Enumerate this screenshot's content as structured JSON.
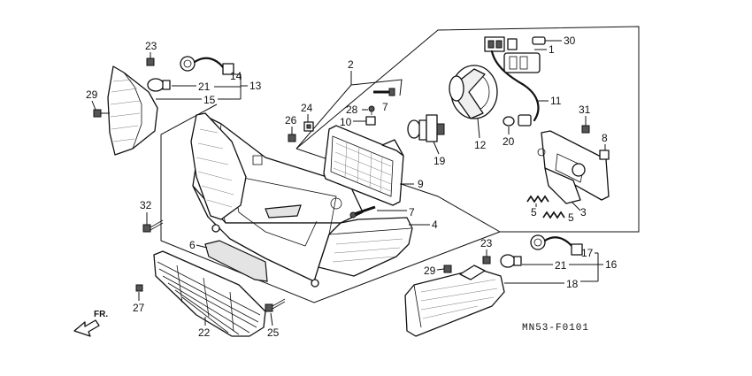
{
  "diagram": {
    "code": "MN53-F0101",
    "direction": "FR.",
    "callouts": {
      "c1": "1",
      "c2": "2",
      "c3": "3",
      "c4": "4",
      "c5a": "5",
      "c5b": "5",
      "c6": "6",
      "c7a": "7",
      "c7b": "7",
      "c8": "8",
      "c9": "9",
      "c10": "10",
      "c11": "11",
      "c12": "12",
      "c13": "13",
      "c14": "14",
      "c15": "15",
      "c16": "16",
      "c17": "17",
      "c18": "18",
      "c19": "19",
      "c20": "20",
      "c21a": "21",
      "c21b": "21",
      "c22": "22",
      "c23a": "23",
      "c23b": "23",
      "c24": "24",
      "c25": "25",
      "c26": "26",
      "c27": "27",
      "c28": "28",
      "c29a": "29",
      "c29b": "29",
      "c30": "30",
      "c31": "31",
      "c32": "32"
    }
  }
}
